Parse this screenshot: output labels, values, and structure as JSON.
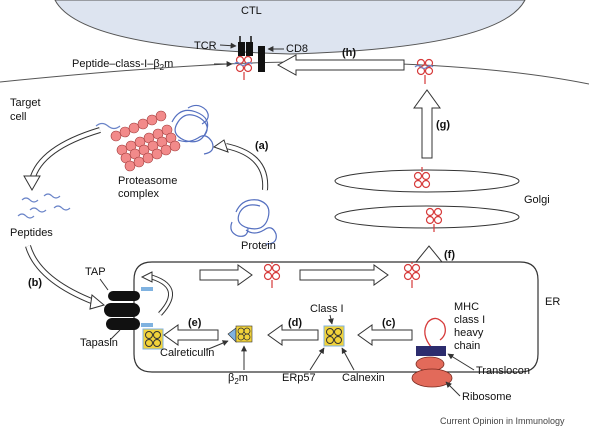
{
  "labels": {
    "ctl": "CTL",
    "tcr": "TCR",
    "cd8": "CD8",
    "peptide_class_prefix": "Peptide–class-I–β",
    "peptide_class_sub": "2",
    "peptide_class_suffix": "m",
    "target_cell_1": "Target",
    "target_cell_2": "cell",
    "proteasome_1": "Proteasome",
    "proteasome_2": "complex",
    "protein": "Protein",
    "peptides": "Peptides",
    "tap": "TAP",
    "tapasin": "Tapasin",
    "calreticulin": "Calreticulin",
    "b2m_prefix": "β",
    "b2m_sub": "2",
    "b2m_suffix": "m",
    "erp57": "ERp57",
    "calnexin": "Calnexin",
    "class_i": "Class I",
    "mhc_1": "MHC",
    "mhc_2": "class I",
    "mhc_3": "heavy",
    "mhc_4": "chain",
    "translocon": "Translocon",
    "ribosome": "Ribosome",
    "golgi": "Golgi",
    "er": "ER",
    "credit": "Current Opinion in Immunology"
  },
  "steps": {
    "a": "(a)",
    "b": "(b)",
    "c": "(c)",
    "d": "(d)",
    "e": "(e)",
    "f": "(f)",
    "g": "(g)",
    "h": "(h)"
  },
  "colors": {
    "ctl_fill": "#dde4f0",
    "proteasome": "#f28a8a",
    "protein_strand": "#5570c0",
    "peptide": "#6a84c8",
    "mhc_red": "#d63a3a",
    "tap_black": "#111111",
    "tapasin_blue": "#7fb2e0",
    "chaperone_yellow": "#f2d33a",
    "translocon": "#2c2c6e",
    "ribosome": "#e26a5a",
    "outline": "#333333"
  }
}
